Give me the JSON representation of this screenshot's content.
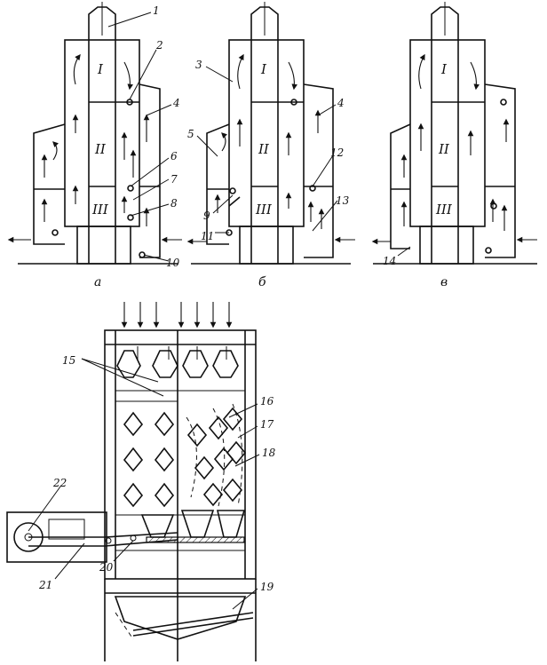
{
  "dryers": [
    {
      "id": "a",
      "caption": "а",
      "zones": [
        "I",
        "II",
        "III"
      ],
      "labels": [
        {
          "text": "1"
        },
        {
          "text": "2"
        },
        {
          "text": "4"
        },
        {
          "text": "6"
        },
        {
          "text": "7"
        },
        {
          "text": "8"
        },
        {
          "text": "10"
        }
      ]
    },
    {
      "id": "b",
      "caption": "б",
      "zones": [
        "I",
        "II",
        "III"
      ],
      "labels": [
        {
          "text": "3"
        },
        {
          "text": "4"
        },
        {
          "text": "5"
        },
        {
          "text": "12"
        },
        {
          "text": "13"
        },
        {
          "text": "9"
        },
        {
          "text": "11"
        }
      ]
    },
    {
      "id": "c",
      "caption": "в",
      "zones": [
        "I",
        "II",
        "III"
      ],
      "labels": [
        {
          "text": "14"
        }
      ]
    }
  ],
  "section": {
    "labels": [
      {
        "text": "15"
      },
      {
        "text": "16"
      },
      {
        "text": "17"
      },
      {
        "text": "18"
      },
      {
        "text": "19"
      },
      {
        "text": "20"
      },
      {
        "text": "21"
      },
      {
        "text": "22"
      }
    ]
  }
}
